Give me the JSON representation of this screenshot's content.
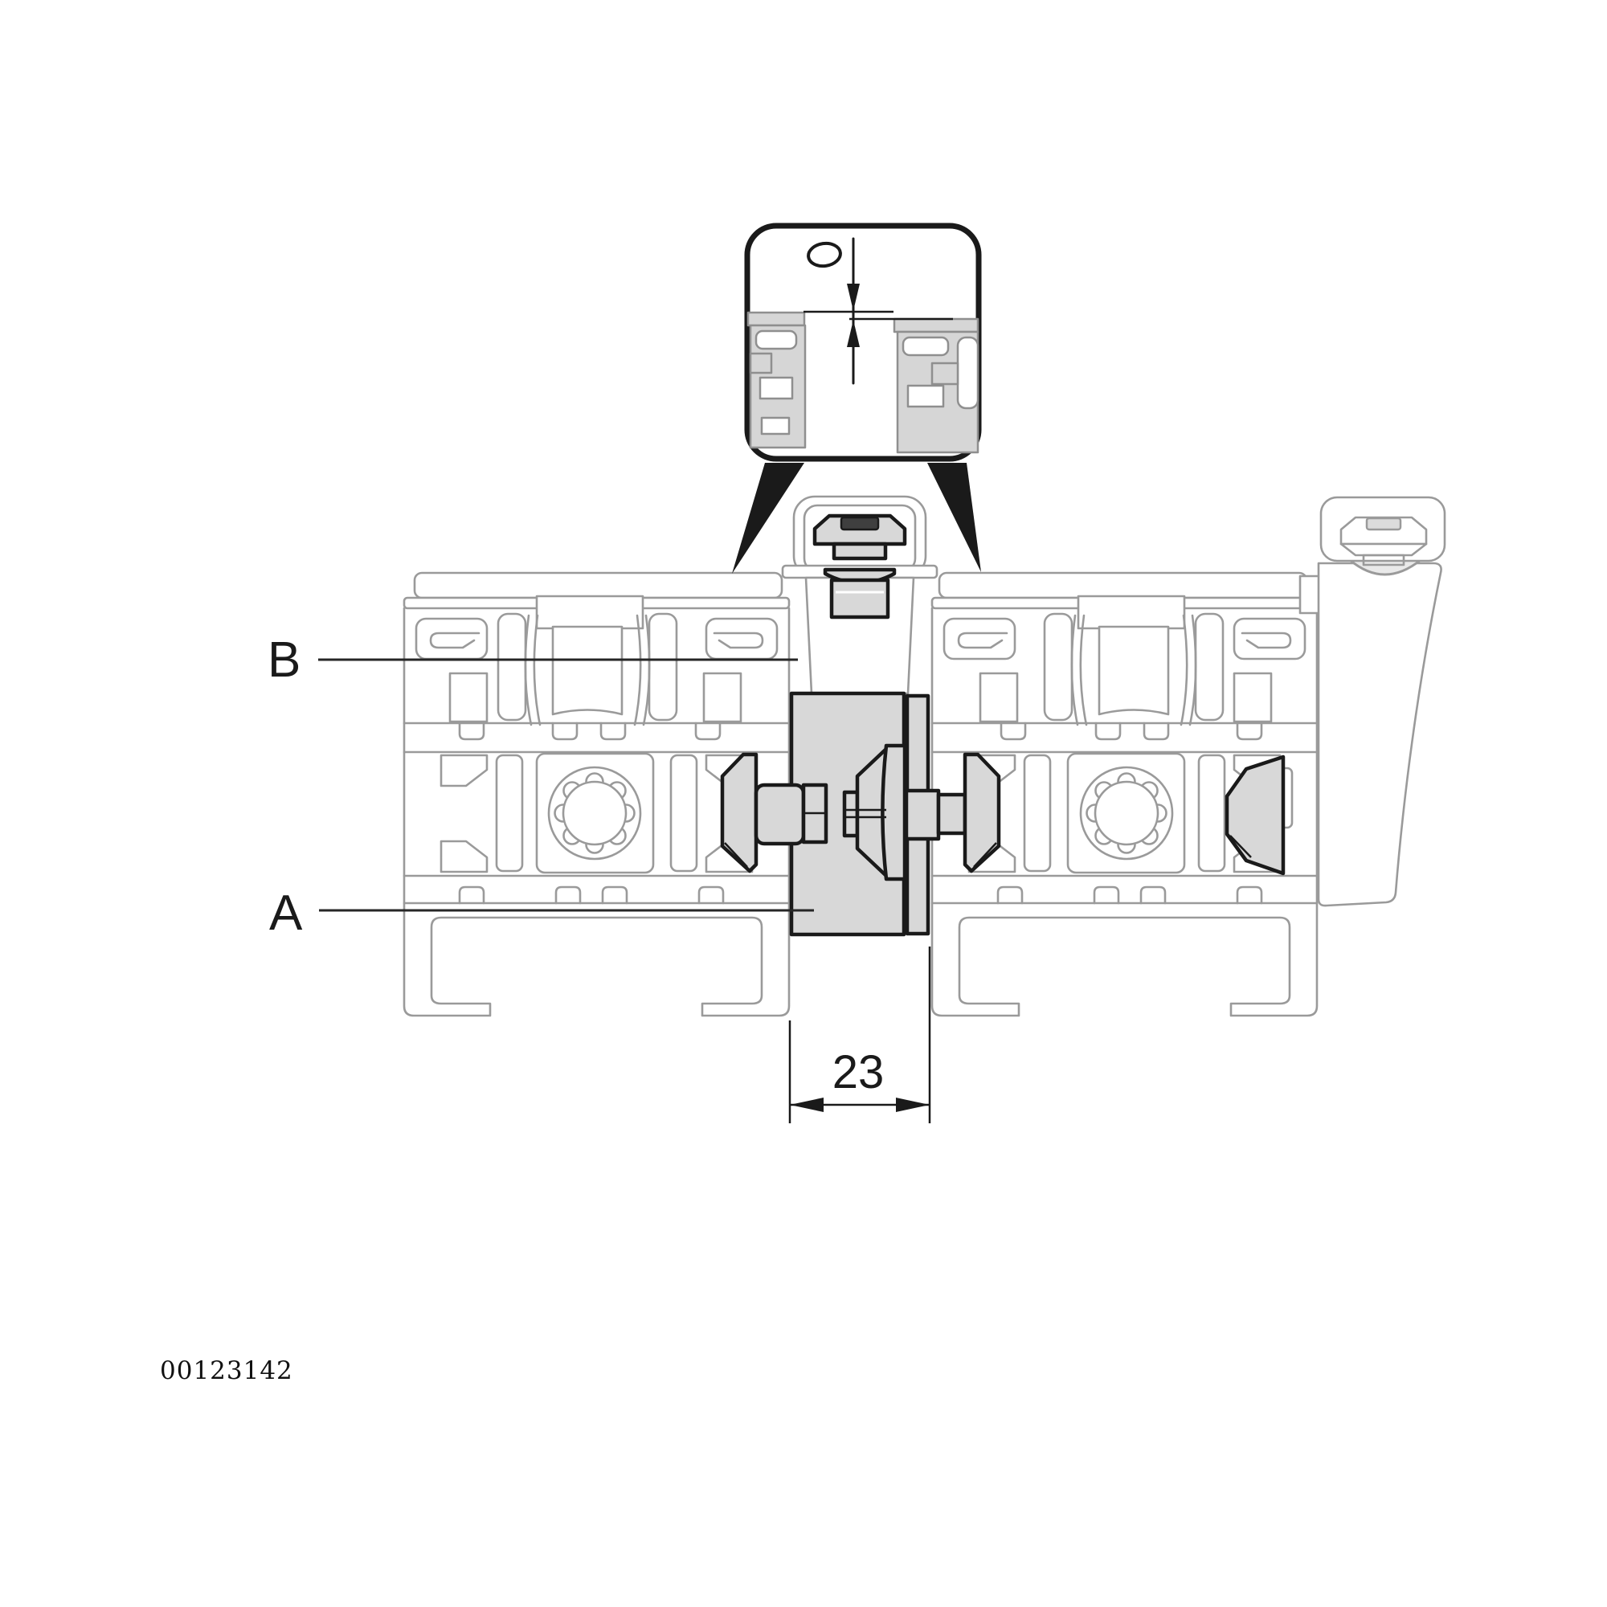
{
  "labels": {
    "a": "A",
    "b": "B"
  },
  "dimension": {
    "value": "23"
  },
  "part_number": "00123142",
  "colors": {
    "background": "#ffffff",
    "line_black": "#1a1a1a",
    "line_gray": "#9a9a9a",
    "fill_gray": "#d8d8d8",
    "fill_light": "#e9e9e9",
    "cap_dark": "#3f3f3f",
    "detail_fill": "#d6d6d6",
    "detail_line": "#8f8f8f"
  }
}
